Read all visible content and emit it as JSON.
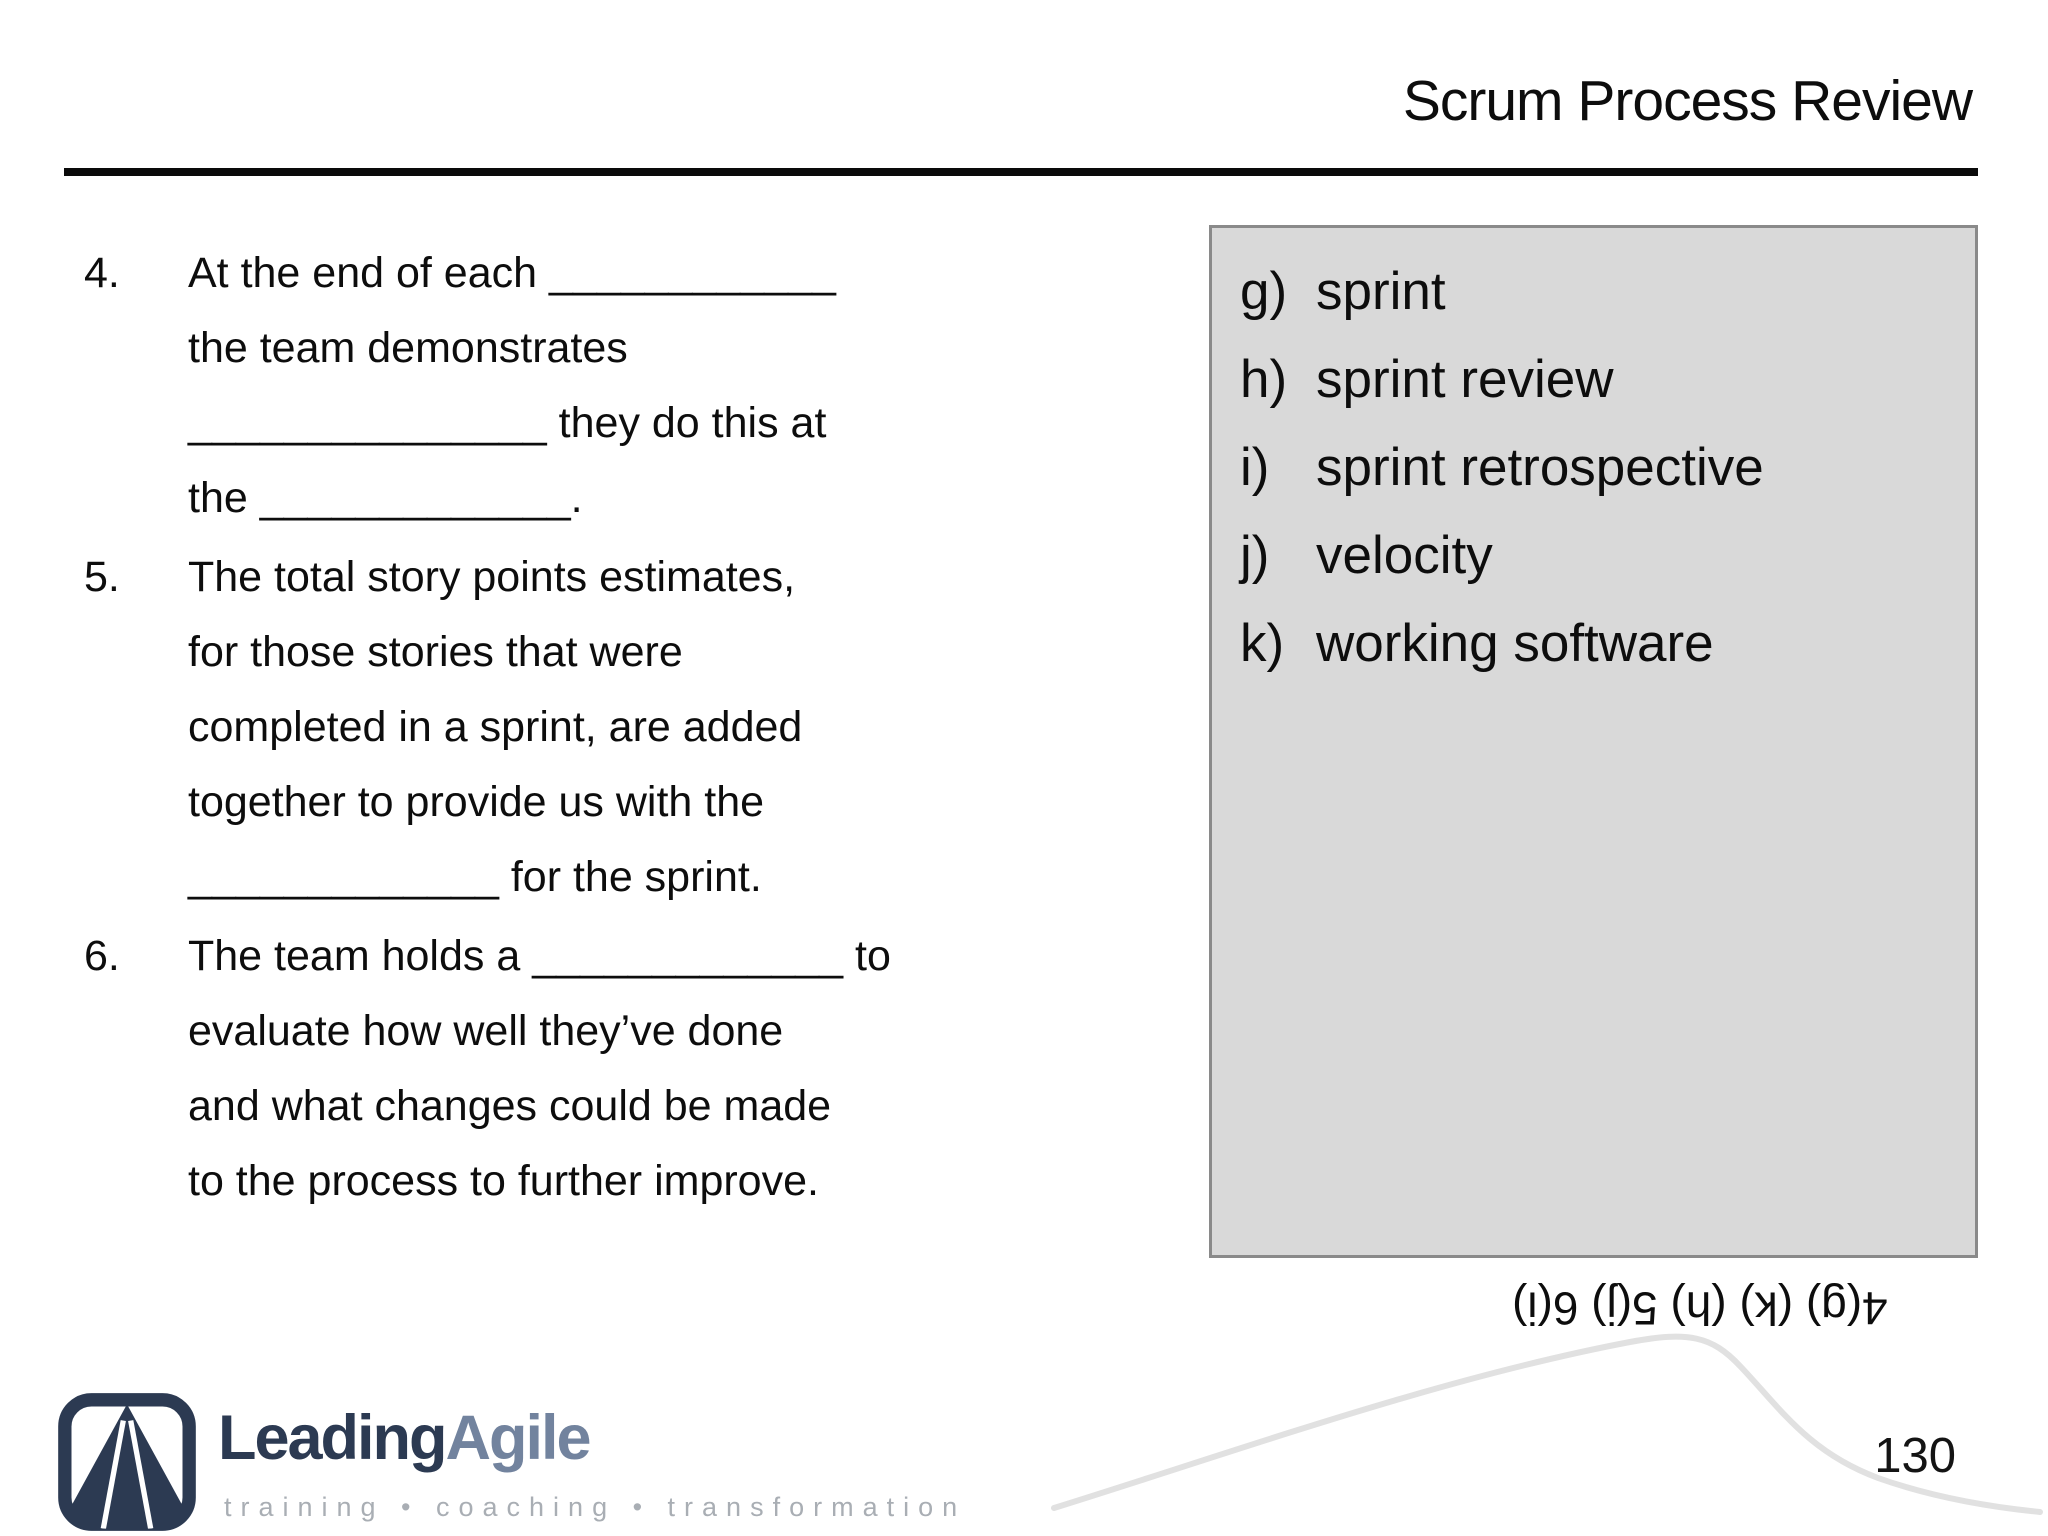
{
  "slide": {
    "title": "Scrum Process Review",
    "page_number": "130"
  },
  "questions": [
    {
      "number": "4.",
      "text": "At the end of each ____________\nthe team demonstrates\n_______________ they do this at\nthe _____________."
    },
    {
      "number": "5.",
      "text": "The total story points estimates,\nfor those stories that were\ncompleted in a sprint, are added\ntogether to provide us with the\n_____________ for the sprint."
    },
    {
      "number": "6.",
      "text": "The team holds a _____________ to\nevaluate how well they’ve done\nand what changes could be made\nto the process to further improve."
    }
  ],
  "answer_bank": {
    "items": [
      {
        "marker": "g)",
        "label": "sprint"
      },
      {
        "marker": "h)",
        "label": "sprint review"
      },
      {
        "marker": "i)",
        "label": "sprint retrospective"
      },
      {
        "marker": "j)",
        "label": "velocity"
      },
      {
        "marker": "k)",
        "label": "working software"
      }
    ]
  },
  "answer_key": {
    "text": "4(g) (k) (h) 5(j) 6(i)"
  },
  "footer": {
    "logo": {
      "icon": "leadingagile-road-icon",
      "name_leading": "Leading",
      "name_agile": "Agile",
      "tagline": "training • coaching • transformation"
    }
  },
  "colors": {
    "text": "#0d0d0d",
    "box_fill": "#d9d9d9",
    "box_border": "#8a8a8a",
    "logo_navy": "#2c3a52",
    "logo_agile_blue": "#72839e",
    "tagline_gray": "#a9aeb4",
    "curve_gray": "#e1e1e1"
  }
}
